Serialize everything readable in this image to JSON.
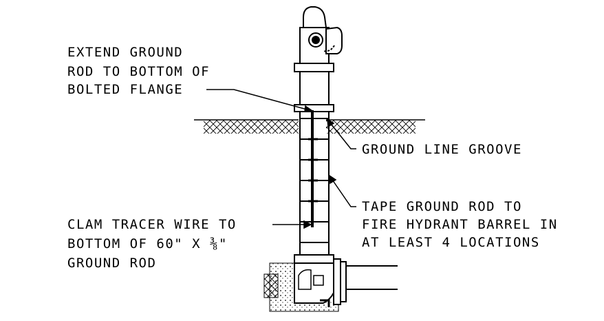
{
  "labels": {
    "extend_1": "EXTEND GROUND",
    "extend_2": "ROD TO BOTTOM OF",
    "extend_3": "BOLTED FLANGE",
    "groove": "GROUND LINE GROOVE",
    "tape_1": "TAPE GROUND ROD TO",
    "tape_2": "FIRE HYDRANT BARREL IN",
    "tape_3": "AT LEAST 4 LOCATIONS",
    "clam_1": "CLAM TRACER WIRE TO",
    "clam_2": "BOTTOM OF 60\" X ⅜\"",
    "clam_3": "GROUND ROD"
  },
  "colors": {
    "line": "#000000",
    "background": "#ffffff"
  }
}
